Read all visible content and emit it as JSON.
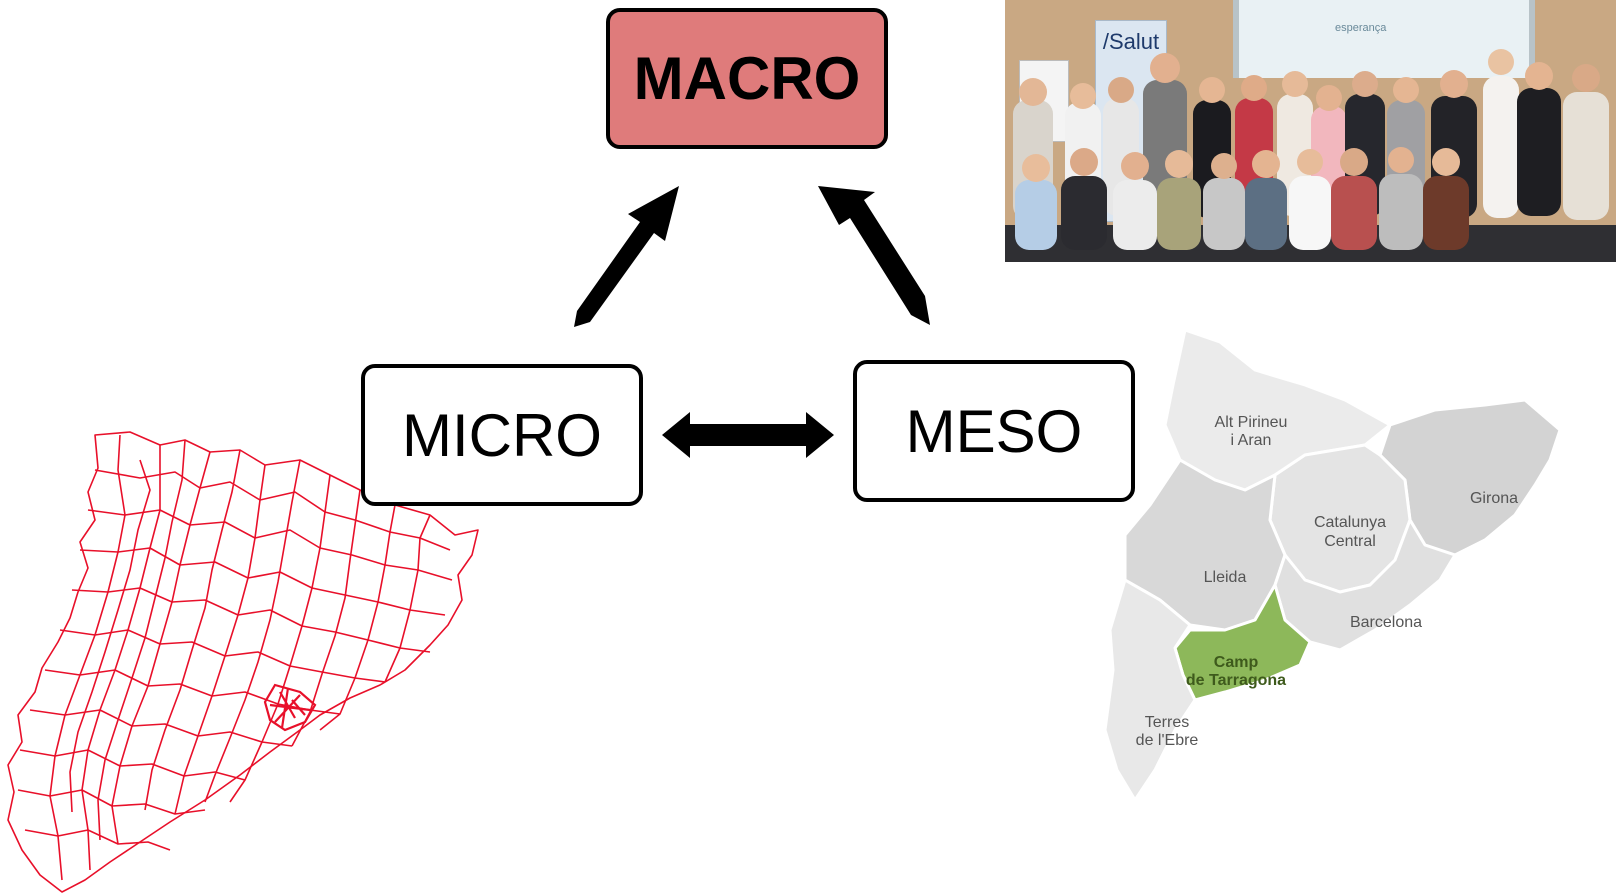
{
  "diagram": {
    "macro_label": "MACRO",
    "micro_label": "MICRO",
    "meso_label": "MESO",
    "macro_color": "#df7b7b",
    "arrow_color": "#000000"
  },
  "photo": {
    "sign_text": "/Salut",
    "screen_text": "esperança"
  },
  "left_map": {
    "line_color": "#e8102a"
  },
  "right_map": {
    "base_color": "#dcdcdc",
    "highlight_color": "#8db85a",
    "regions": [
      {
        "line1": "Alt Pirineu",
        "line2": "i Aran"
      },
      {
        "line1": "Girona",
        "line2": ""
      },
      {
        "line1": "Catalunya",
        "line2": "Central"
      },
      {
        "line1": "Lleida",
        "line2": ""
      },
      {
        "line1": "Barcelona",
        "line2": ""
      },
      {
        "line1": "Camp",
        "line2": "de Tarragona"
      },
      {
        "line1": "Terres",
        "line2": "de l'Ebre"
      }
    ]
  }
}
